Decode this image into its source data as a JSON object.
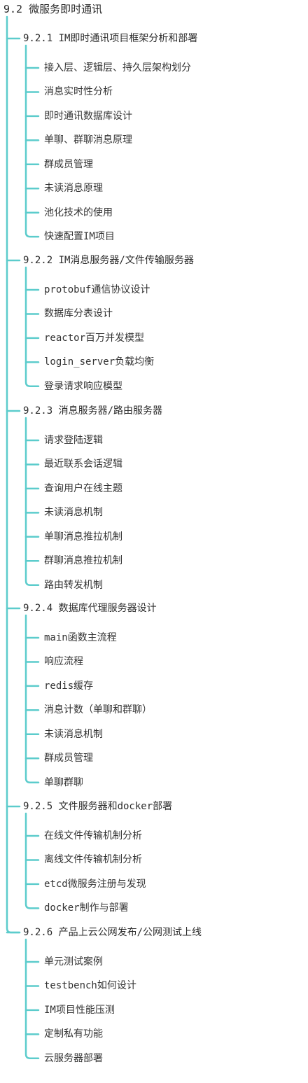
{
  "root": "9.2 微服务即时通讯",
  "colors": {
    "branch": "#5ccccc",
    "text": "#333333"
  },
  "sections": [
    {
      "title": "9.2.1 IM即时通讯项目框架分析和部署",
      "items": [
        "接入层、逻辑层、持久层架构划分",
        "消息实时性分析",
        "即时通讯数据库设计",
        "单聊、群聊消息原理",
        "群成员管理",
        "未读消息原理",
        "池化技术的使用",
        "快速配置IM项目"
      ]
    },
    {
      "title": "9.2.2 IM消息服务器/文件传输服务器",
      "items": [
        "protobuf通信协议设计",
        "数据库分表设计",
        "reactor百万并发模型",
        "login_server负载均衡",
        "登录请求响应模型"
      ]
    },
    {
      "title": "9.2.3 消息服务器/路由服务器",
      "items": [
        "请求登陆逻辑",
        "最近联系会话逻辑",
        "查询用户在线主题",
        "未读消息机制",
        "单聊消息推拉机制",
        "群聊消息推拉机制",
        "路由转发机制"
      ]
    },
    {
      "title": "9.2.4 数据库代理服务器设计",
      "items": [
        "main函数主流程",
        "响应流程",
        "redis缓存",
        "消息计数（单聊和群聊）",
        "未读消息机制",
        "群成员管理",
        "单聊群聊"
      ]
    },
    {
      "title": "9.2.5 文件服务器和docker部署",
      "items": [
        "在线文件传输机制分析",
        "离线文件传输机制分析",
        "etcd微服务注册与发现",
        "docker制作与部署"
      ]
    },
    {
      "title": "9.2.6 产品上云公网发布/公网测试上线",
      "items": [
        "单元测试案例",
        "testbench如何设计",
        "IM项目性能压测",
        "定制私有功能",
        "云服务器部署"
      ]
    }
  ]
}
